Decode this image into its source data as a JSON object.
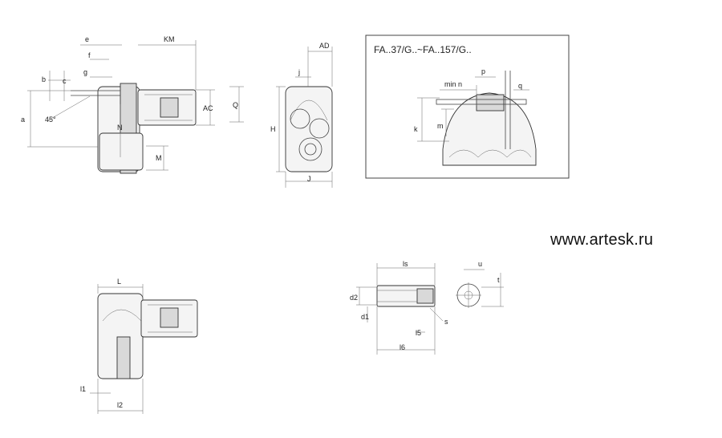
{
  "watermark_url": "www.artesk.ru",
  "inset": {
    "title": "FA..37/G..~FA..157/G..",
    "labels": {
      "min_n": "min n",
      "p": "p",
      "q": "q",
      "k": "k",
      "m": "m"
    }
  },
  "side_view": {
    "labels": {
      "e": "e",
      "KM": "KM",
      "f": "f",
      "g": "g",
      "b": "b",
      "c": "c",
      "a": "a",
      "angle": "45°",
      "AC": "AC",
      "Q": "Q",
      "N": "N",
      "M": "M"
    }
  },
  "end_view": {
    "labels": {
      "AD": "AD",
      "j": "j",
      "H": "H",
      "J": "J"
    }
  },
  "top_view": {
    "labels": {
      "L": "L",
      "l1": "l1",
      "l2": "l2"
    }
  },
  "shaft_detail": {
    "labels": {
      "ls": "ls",
      "d2": "d2",
      "d1": "d1",
      "l5": "l5",
      "l6": "l6",
      "s": "s",
      "u": "u",
      "t": "t"
    }
  }
}
